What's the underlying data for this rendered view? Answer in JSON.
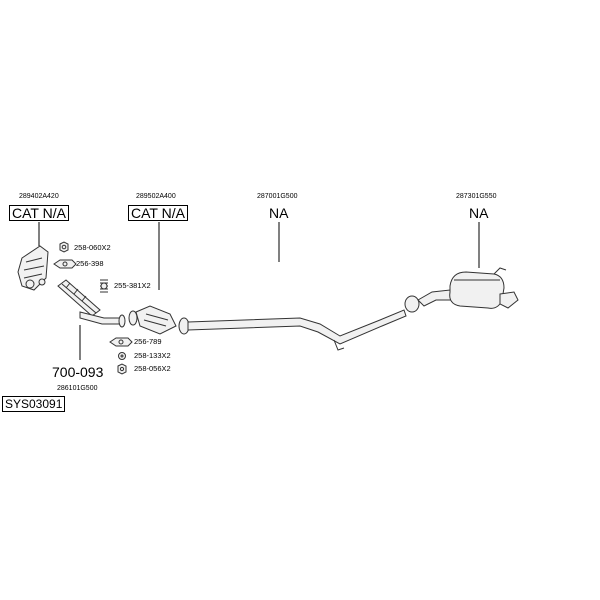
{
  "system_code": "SYS03091",
  "callouts": [
    {
      "oem": "289402A420",
      "label": "CAT N/A"
    },
    {
      "oem": "289502A400",
      "label": "CAT N/A"
    },
    {
      "oem": "287001G500",
      "label": "NA"
    },
    {
      "oem": "287301G550",
      "label": "NA"
    },
    {
      "oem": "286101G500",
      "label": "700-093"
    }
  ],
  "small_parts": [
    {
      "icon": "nut-icon",
      "label": "258-060X2"
    },
    {
      "icon": "gasket-icon",
      "label": "256-398"
    },
    {
      "icon": "spring-icon",
      "label": "255-381X2"
    },
    {
      "icon": "gasket-icon",
      "label": "256-789"
    },
    {
      "icon": "washer-icon",
      "label": "258-133X2"
    },
    {
      "icon": "nut-icon",
      "label": "258-056X2"
    }
  ]
}
